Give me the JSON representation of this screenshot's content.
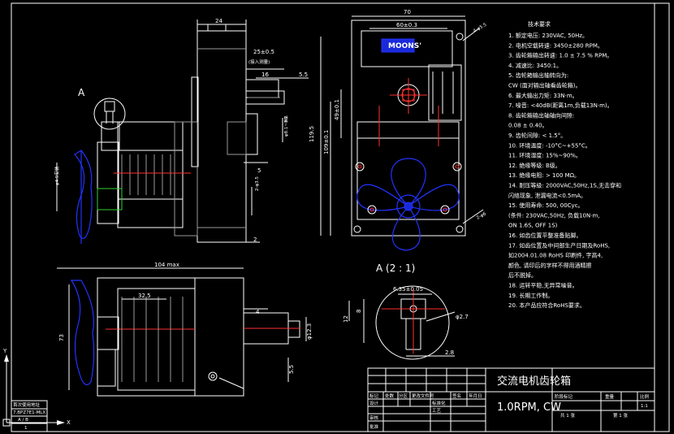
{
  "dims": {
    "top_width": "24",
    "shaft_25": "25±0.5",
    "shaft_25_note": "(接入测量)",
    "d16": "16",
    "d55": "5.5",
    "d5": "5",
    "d2": "2",
    "d2_5": "2-φ3.5",
    "d119": "119.5",
    "d109": "109±0.1",
    "d49": "49±0.1",
    "d70": "70",
    "d60": "60±0.3",
    "d4_hole": "4-φ5.5",
    "d2_hole": "2-φ6",
    "d104": "104 max",
    "d32": "32.5",
    "d73": "73",
    "d4": "4",
    "d12_3": "φ12.3",
    "d8": "8",
    "d12": "12",
    "d5_5b": "5.5",
    "d635": "6.35±0.05",
    "d2_7": "φ2.7",
    "d2_8": "2.8",
    "side_label": "φ4.5安装",
    "note_mid": "φ8.1~8.2",
    "note_small": "ML"
  },
  "brand": "MOONS'",
  "label_A": "A",
  "detail_label": "A (2 : 1)",
  "notes_title": "技术要求",
  "notes": [
    "1. 额定电压: 230VAC, 50Hz。",
    "2. 电机空载转速: 3450±280 RPM。",
    "3. 齿轮箱输出转速: 1.0 ± 7.5 % RPM。",
    "4. 减速比: 3450:1。",
    "5. 齿轮箱输出轴转向为:",
    "    CW (面对输出轴看齿轮箱)。",
    "6. 最大输出力矩: 33N·m。",
    "7. 噪音: <40dB(距离1m,负载13N·m)。",
    "8. 齿轮箱输出轴轴向间隙:",
    "    0.08 ± 0.40。",
    "9. 齿轮间隙: < 1.5°。",
    "10. 环境温度: -10°C~+55°C。",
    "11. 环境湿度: 15%~90%。",
    "12. 绝缘等级: B级。",
    "13. 绝缘电阻: > 100 MΩ。",
    "14. 耐压等级: 2000VAC,50Hz,1S,无击穿和",
    "     闪络现象, 泄漏电流<0.5mA。",
    "15. 使用寿命: 500, 00Cyc。",
    "     (条件: 230VAC,50Hz, 负载10N·m,",
    "     ON 1.6S, OFF 1S)",
    "16. 如齿位置平整准备贴脚。",
    "17. 如齿位置及中间部生产日期及RoHS,",
    "     如2004.01.08 RoHS 印刷件, 字高4,",
    "     颜色, 请印后的字样不得用酒精擦",
    "     后不脱掉。",
    "18. 运转平稳,无异常噪音。",
    "19. 长期工作制。",
    "20. 本产品应符合RoHS要求。"
  ],
  "title_block": {
    "product_name": "交流电机齿轮箱",
    "spec": "1.0RPM, CW",
    "left_label_1": "首次使用地址",
    "left_label_2": "7.BPZ7E1-MLX",
    "left_label_3": "A / B",
    "left_label_4": "1",
    "row_marks": [
      "标记",
      "处数",
      "分区",
      "更改文件号",
      "签名",
      "年月日"
    ],
    "roles": [
      "设计",
      "标准化",
      "审核",
      "工艺",
      "批准"
    ],
    "right_labels": [
      "阶段标记",
      "重量",
      "比例"
    ],
    "sheet_info": [
      "共 1 张",
      "第 1 张"
    ],
    "scale": "1:1"
  },
  "axis_labels": {
    "y": "Y",
    "x": "X"
  }
}
